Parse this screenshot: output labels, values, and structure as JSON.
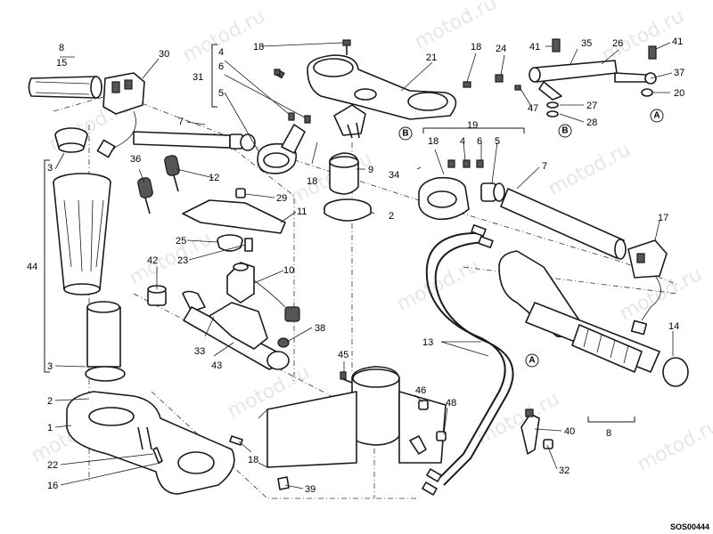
{
  "watermark": "motod.ru",
  "drawing_code": "SOS00444",
  "callouts": {
    "c1": "1",
    "c2a": "2",
    "c2b": "2",
    "c3a": "3",
    "c3b": "3",
    "c4a": "4",
    "c4b": "4",
    "c5a": "5",
    "c5b": "5",
    "c6a": "6",
    "c6b": "6",
    "c7a": "7",
    "c7b": "7",
    "c8top": "8",
    "c15": "15",
    "c8bot": "8",
    "c9": "9",
    "c10": "10",
    "c11": "11",
    "c12": "12",
    "c13": "13",
    "c14": "14",
    "c16": "16",
    "c17": "17",
    "c18a": "18",
    "c18b": "18",
    "c18c": "18",
    "c18d": "18",
    "c18e": "18",
    "c19": "19",
    "c20": "20",
    "c21": "21",
    "c22": "22",
    "c23": "23",
    "c24": "24",
    "c25": "25",
    "c26": "26",
    "c27": "27",
    "c28": "28",
    "c29": "29",
    "c30": "30",
    "c31": "31",
    "c32": "32",
    "c33": "33",
    "c34": "34",
    "c35": "35",
    "c36": "36",
    "c37": "37",
    "c38": "38",
    "c39": "39",
    "c40": "40",
    "c41a": "41",
    "c41b": "41",
    "c42": "42",
    "c43": "43",
    "c44": "44",
    "c45": "45",
    "c46": "46",
    "c47": "47",
    "c48": "48"
  },
  "refs": {
    "a1": "A",
    "a2": "A",
    "b1": "B",
    "b2": "B"
  },
  "icons": [
    "handlebar-grip-icon",
    "triple-clamp-icon",
    "steering-damper-icon",
    "switch-housing-icon",
    "key-icon",
    "throttle-cable-icon",
    "bolt-icon"
  ]
}
